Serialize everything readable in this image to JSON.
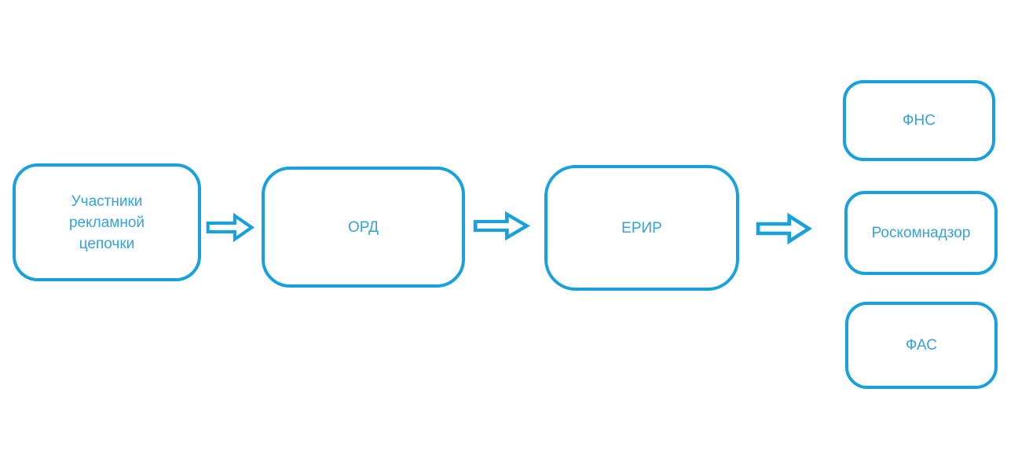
{
  "diagram": {
    "title": "",
    "accent_color": "#17a1df",
    "text_color": "#35a3db",
    "background_color": "#ffffff",
    "nodes": [
      {
        "id": "participants",
        "label": "Участники рекламной цепочки"
      },
      {
        "id": "ord",
        "label": "ОРД"
      },
      {
        "id": "erir",
        "label": "ЕРИР"
      },
      {
        "id": "fns",
        "label": "ФНС"
      },
      {
        "id": "rkn",
        "label": "Роскомнадзор"
      },
      {
        "id": "fas",
        "label": "ФАС"
      }
    ],
    "edges": [
      {
        "from": "participants",
        "to": "ord",
        "style": "hollow-right-arrow"
      },
      {
        "from": "ord",
        "to": "erir",
        "style": "hollow-right-arrow"
      },
      {
        "from": "erir",
        "to": "fns,rkn,fas",
        "style": "hollow-right-arrow"
      }
    ]
  }
}
